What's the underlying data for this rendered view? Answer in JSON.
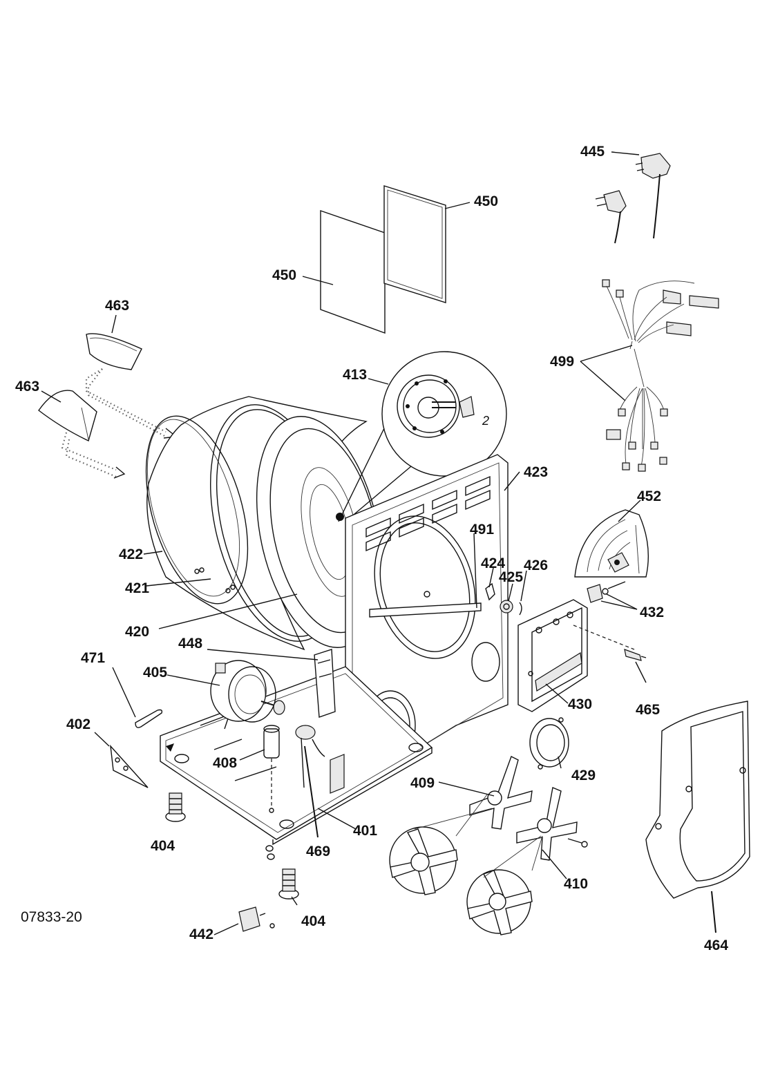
{
  "drawing_number": "07833-20",
  "parts": {
    "p401": "401",
    "p402": "402",
    "p404a": "404",
    "p404b": "404",
    "p405": "405",
    "p408": "408",
    "p409": "409",
    "p410": "410",
    "p413": "413",
    "p420": "420",
    "p421": "421",
    "p422": "422",
    "p423": "423",
    "p424": "424",
    "p425": "425",
    "p426": "426",
    "p429": "429",
    "p430": "430",
    "p432": "432",
    "p442": "442",
    "p445": "445",
    "p448": "448",
    "p450a": "450",
    "p450b": "450",
    "p452": "452",
    "p463a": "463",
    "p463b": "463",
    "p464": "464",
    "p465": "465",
    "p469": "469",
    "p471": "471",
    "p491": "491",
    "p499": "499"
  }
}
